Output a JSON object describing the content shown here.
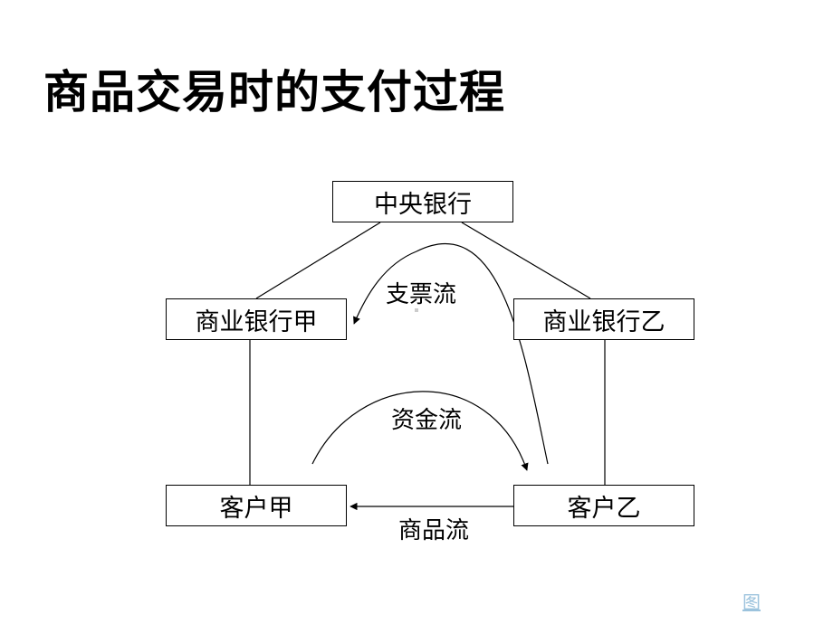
{
  "title": "商品交易时的支付过程",
  "nodes": {
    "central_bank": "中央银行",
    "bank_a": "商业银行甲",
    "bank_b": "商业银行乙",
    "client_a": "客户甲",
    "client_b": "客户乙"
  },
  "flows": {
    "cheque": "支票流",
    "funds": "资金流",
    "goods": "商品流"
  },
  "corner_link": "图"
}
